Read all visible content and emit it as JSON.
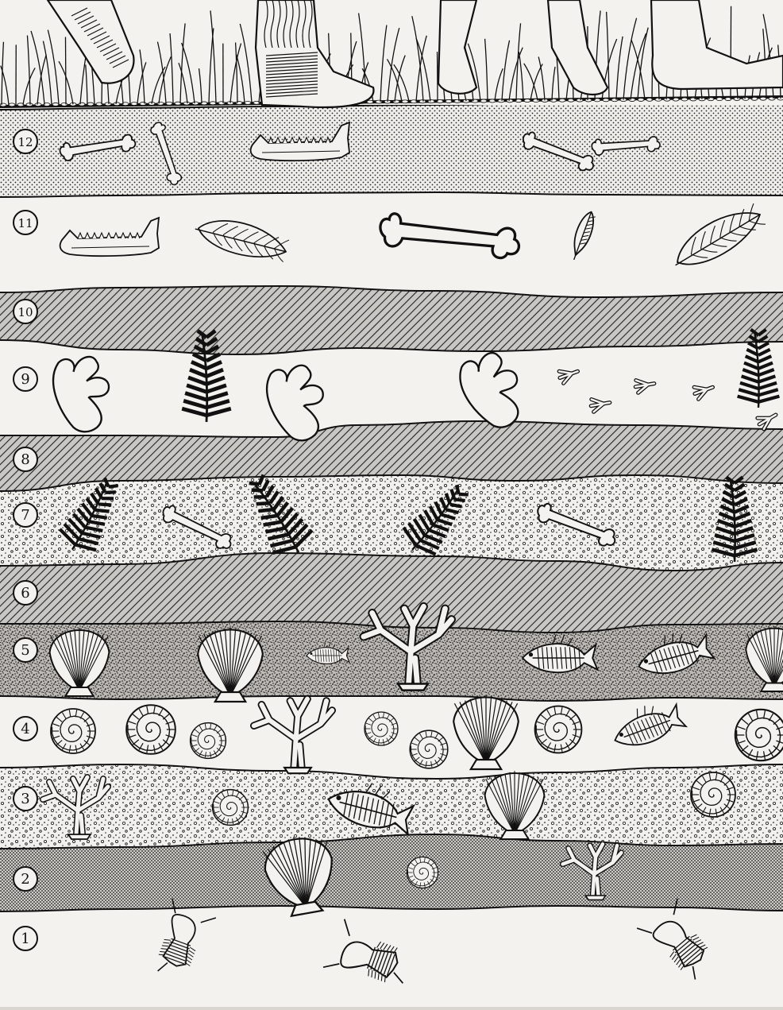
{
  "figure": {
    "layer_labels": [
      "1",
      "2",
      "3",
      "4",
      "5",
      "6",
      "7",
      "8",
      "9",
      "10",
      "11",
      "12"
    ]
  },
  "layers": [
    {
      "label": "1",
      "pattern": "plain",
      "fossils": [
        "trilobite",
        "trilobite",
        "trilobite"
      ]
    },
    {
      "label": "2",
      "pattern": "dense-dots",
      "fossils": [
        "scallop-shell",
        "snail-shell",
        "coral"
      ]
    },
    {
      "label": "3",
      "pattern": "coarse-dots",
      "fossils": [
        "coral",
        "snail-shell",
        "fish",
        "scallop-shell",
        "snail-shell"
      ]
    },
    {
      "label": "4",
      "pattern": "plain",
      "fossils": [
        "snail-shell",
        "snail-shell",
        "snail-shell",
        "coral",
        "snail-shell",
        "snail-shell",
        "scallop-shell",
        "snail-shell",
        "fish",
        "snail-shell"
      ]
    },
    {
      "label": "5",
      "pattern": "speckled",
      "fossils": [
        "scallop-shell",
        "scallop-shell",
        "fish",
        "coral",
        "fish",
        "fish",
        "scallop-shell"
      ]
    },
    {
      "label": "6",
      "pattern": "hatched",
      "fossils": []
    },
    {
      "label": "7",
      "pattern": "coarse-dots",
      "fossils": [
        "fern",
        "bone",
        "fern",
        "fern",
        "bone",
        "fern"
      ]
    },
    {
      "label": "8",
      "pattern": "hatched",
      "fossils": []
    },
    {
      "label": "9",
      "pattern": "plain",
      "fossils": [
        "dinosaur-footprint",
        "fern",
        "dinosaur-footprint",
        "dinosaur-footprint",
        "bird-tracks",
        "fern"
      ]
    },
    {
      "label": "10",
      "pattern": "hatched",
      "fossils": []
    },
    {
      "label": "11",
      "pattern": "plain",
      "fossils": [
        "jawbone",
        "leaf",
        "bone",
        "feather",
        "leaf"
      ]
    },
    {
      "label": "12",
      "pattern": "fine-dots",
      "fossils": [
        "bone",
        "bone",
        "jawbone",
        "bone",
        "bone"
      ]
    }
  ],
  "colors": {
    "paper": "#f3f2ef",
    "ink": "#111111",
    "background": "#d9d6d0"
  }
}
